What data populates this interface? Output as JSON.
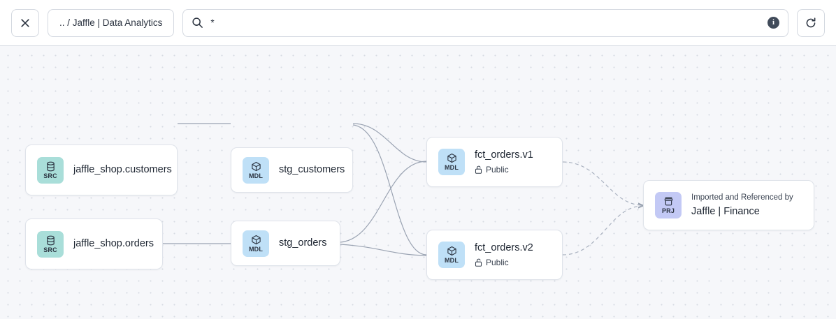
{
  "toolbar": {
    "close_label": "×",
    "close_icon": "close-icon",
    "breadcrumb": ".. / Jaffle | Data Analytics",
    "search": {
      "icon": "search-icon",
      "value": "*",
      "placeholder": "",
      "info_icon": "info-icon",
      "info_label": "i"
    },
    "refresh_icon": "refresh-icon"
  },
  "colors": {
    "src_badge": "#a9ded9",
    "mdl_badge": "#bfe0f7",
    "prj_badge": "#c3c9f5",
    "canvas_bg": "#f6f7fa",
    "edge": "#9aa3b2",
    "node_border": "#dfe3ea"
  },
  "graph": {
    "nodes": [
      {
        "id": "src-customers",
        "kind": "SRC",
        "badge_label": "SRC",
        "badge_icon": "database-icon",
        "title": "jaffle_shop.customers"
      },
      {
        "id": "src-orders",
        "kind": "SRC",
        "badge_label": "SRC",
        "badge_icon": "database-icon",
        "title": "jaffle_shop.orders"
      },
      {
        "id": "stg-customers",
        "kind": "MDL",
        "badge_label": "MDL",
        "badge_icon": "cube-icon",
        "title": "stg_customers"
      },
      {
        "id": "stg-orders",
        "kind": "MDL",
        "badge_label": "MDL",
        "badge_icon": "cube-icon",
        "title": "stg_orders"
      },
      {
        "id": "fct-orders-v1",
        "kind": "MDL",
        "badge_label": "MDL",
        "badge_icon": "cube-icon",
        "title": "fct_orders.v1",
        "subtitle": "Public",
        "subtitle_icon": "unlock-icon"
      },
      {
        "id": "fct-orders-v2",
        "kind": "MDL",
        "badge_label": "MDL",
        "badge_icon": "cube-icon",
        "title": "fct_orders.v2",
        "subtitle": "Public",
        "subtitle_icon": "unlock-icon"
      },
      {
        "id": "project-finance",
        "kind": "PRJ",
        "badge_label": "PRJ",
        "badge_icon": "project-box-icon",
        "eyebrow": "Imported and Referenced by",
        "title": "Jaffle | Finance"
      }
    ],
    "edges": [
      {
        "from": "src-customers",
        "to": "stg-customers",
        "style": "solid"
      },
      {
        "from": "src-orders",
        "to": "stg-orders",
        "style": "solid"
      },
      {
        "from": "stg-customers",
        "to": "fct-orders-v1",
        "style": "solid"
      },
      {
        "from": "stg-customers",
        "to": "fct-orders-v2",
        "style": "solid"
      },
      {
        "from": "stg-orders",
        "to": "fct-orders-v1",
        "style": "solid"
      },
      {
        "from": "stg-orders",
        "to": "fct-orders-v2",
        "style": "solid"
      },
      {
        "from": "fct-orders-v1",
        "to": "project-finance",
        "style": "dashed"
      },
      {
        "from": "fct-orders-v2",
        "to": "project-finance",
        "style": "dashed"
      }
    ]
  }
}
